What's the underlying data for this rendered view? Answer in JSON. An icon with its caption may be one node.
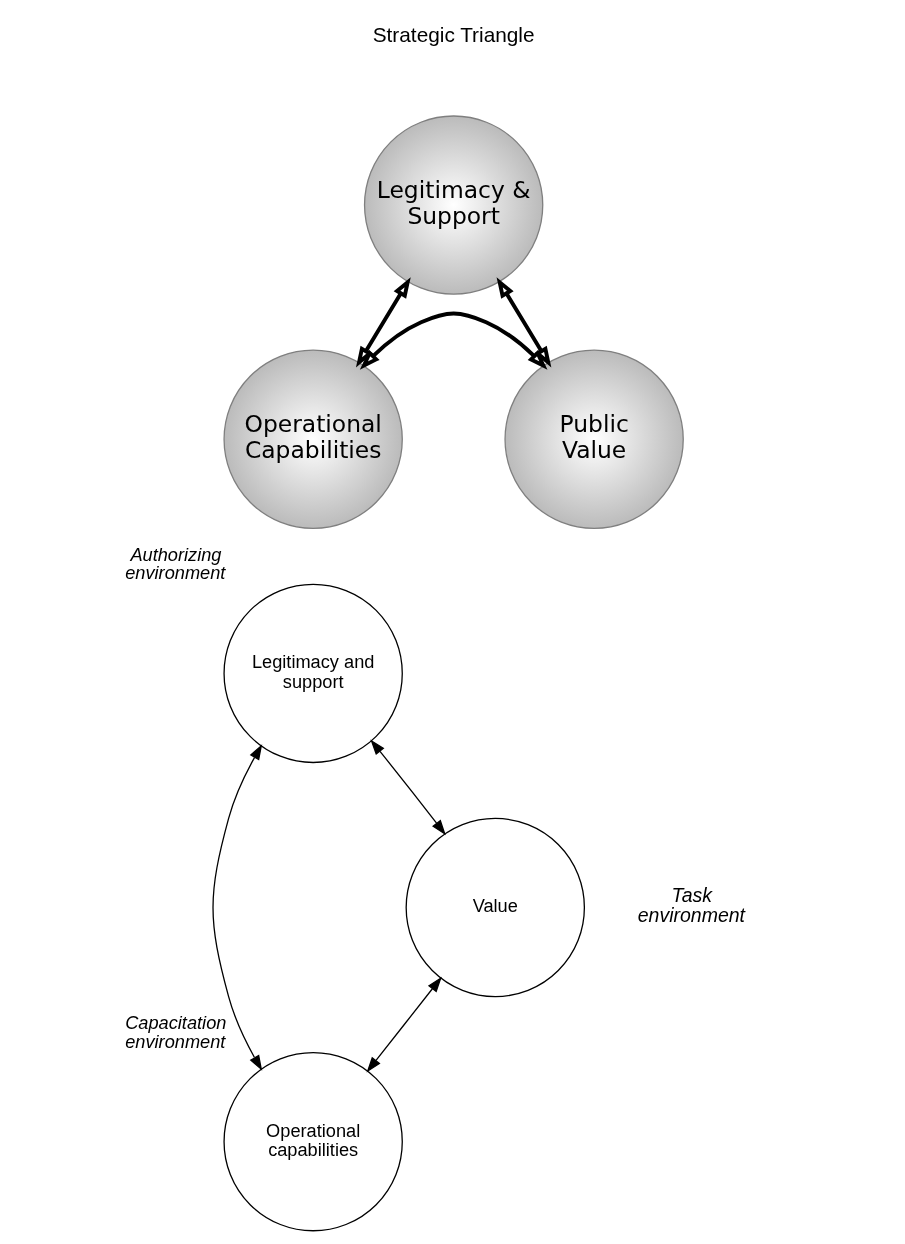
{
  "diagram": {
    "nodes": [
      {
        "text": [
          "Legitimacy & Support"
        ]
      },
      {
        "text": [
          "Operational Capabilities"
        ]
      },
      {
        "text": [
          "Public Value"
        ]
      },
      {
        "text": [
          "Legitimacy and support"
        ],
        "beside": [
          "Authorizing environment"
        ]
      },
      {
        "text": [
          "Value"
        ],
        "beside": [
          "Task environment"
        ]
      },
      {
        "text": [
          "Operational capabilities"
        ],
        "beside": [
          "Capacitation environment"
        ]
      }
    ],
    "edges": [
      {
        "from": 0,
        "to": 1,
        "arrow": "both",
        "style": "thick"
      },
      {
        "from": 0,
        "to": 2,
        "arrow": "both",
        "style": "thick"
      },
      {
        "from": 1,
        "to": 2,
        "arrow": "both",
        "style": "thick"
      },
      {
        "from": 3,
        "to": 4,
        "arrow": "both"
      },
      {
        "from": 3,
        "to": 5,
        "arrow": "both"
      },
      {
        "from": 5,
        "to": 4,
        "arrow": "both"
      }
    ],
    "labels": [
      "Strategic Triangle"
    ]
  }
}
